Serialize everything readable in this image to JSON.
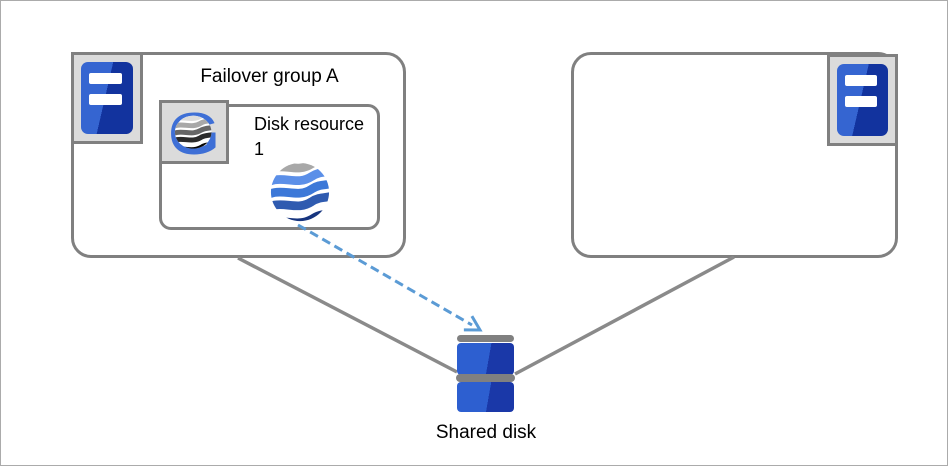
{
  "labels": {
    "failover_group": "Failover group A",
    "disk_resource": "Disk resource 1",
    "shared_disk": "Shared disk"
  },
  "icons": {
    "server_left": "server-icon",
    "server_right": "server-icon",
    "group": "group-letter-wave-sphere-icon",
    "disk_resource": "wave-sphere-icon",
    "shared_disk": "stacked-disk-icon"
  },
  "spheres": {
    "resource": {
      "stripes": [
        "#a8a8a8",
        "#5b8fe8",
        "#3c78d8",
        "#2f5bb0"
      ],
      "bottom": "#17357f"
    },
    "group": {
      "letter": "G",
      "stripes": [
        "#dcdcdc",
        "#a8a8a8",
        "#666666",
        "#2b2b2b"
      ],
      "bottom": "#060606"
    }
  },
  "colors": {
    "canvas_border": "#ababab",
    "box_border": "#808080",
    "icon_bg": "#dbdbdb",
    "server_light": "#3565d1",
    "server_dark": "#12339e",
    "disk_light": "#2d5fd0",
    "disk_dark": "#1a38a8",
    "bar_gray": "#808080",
    "connector_gray": "#8a8a8a",
    "arrow_blue": "#5b9bd5",
    "g_blue": "#3e6fd6",
    "text_black": "#000000"
  }
}
